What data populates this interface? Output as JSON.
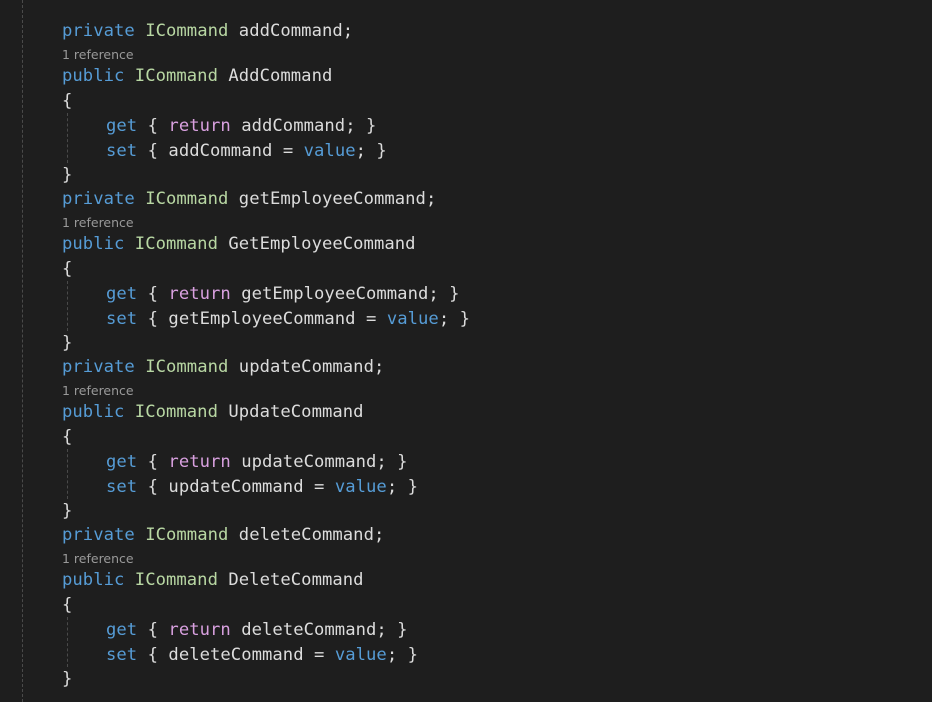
{
  "editor": {
    "language": "csharp",
    "colors": {
      "background": "#1e1e1e",
      "keyword": "#569cd6",
      "type": "#b8d7a3",
      "control_keyword": "#d8a0df",
      "identifier": "#dcdcdc",
      "codelens": "#999999",
      "indent_guide": "#4a4a4a"
    },
    "blocks": [
      {
        "field_modifier": "private",
        "field_type": "ICommand",
        "field_name": "addCommand",
        "codelens": "1 reference",
        "prop_modifier": "public",
        "prop_type": "ICommand",
        "prop_name": "AddCommand",
        "open_brace": "{",
        "close_brace": "}",
        "get_kw": "get",
        "return_kw": "return",
        "set_kw": "set",
        "value_kw": "value"
      },
      {
        "field_modifier": "private",
        "field_type": "ICommand",
        "field_name": "getEmployeeCommand",
        "codelens": "1 reference",
        "prop_modifier": "public",
        "prop_type": "ICommand",
        "prop_name": "GetEmployeeCommand",
        "open_brace": "{",
        "close_brace": "}",
        "get_kw": "get",
        "return_kw": "return",
        "set_kw": "set",
        "value_kw": "value"
      },
      {
        "field_modifier": "private",
        "field_type": "ICommand",
        "field_name": "updateCommand",
        "codelens": "1 reference",
        "prop_modifier": "public",
        "prop_type": "ICommand",
        "prop_name": "UpdateCommand",
        "open_brace": "{",
        "close_brace": "}",
        "get_kw": "get",
        "return_kw": "return",
        "set_kw": "set",
        "value_kw": "value"
      },
      {
        "field_modifier": "private",
        "field_type": "ICommand",
        "field_name": "deleteCommand",
        "codelens": "1 reference",
        "prop_modifier": "public",
        "prop_type": "ICommand",
        "prop_name": "DeleteCommand",
        "open_brace": "{",
        "close_brace": "}",
        "get_kw": "get",
        "return_kw": "return",
        "set_kw": "set",
        "value_kw": "value"
      }
    ]
  }
}
